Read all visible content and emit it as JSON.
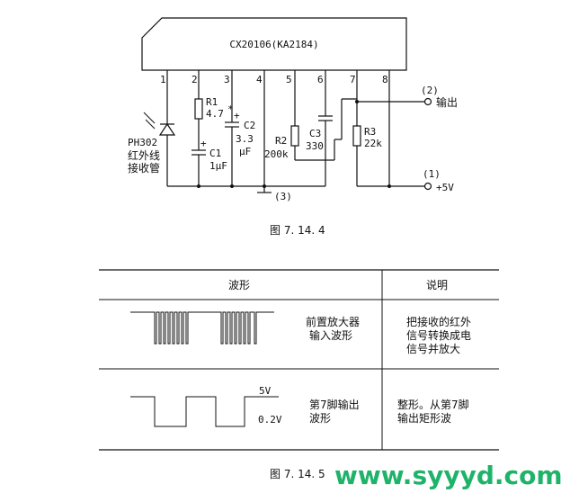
{
  "circuit": {
    "chip_name": "CX20106(KA2184)",
    "pins": [
      "1",
      "2",
      "3",
      "4",
      "5",
      "6",
      "7",
      "8"
    ],
    "r1": {
      "name": "R1",
      "value": "4.7"
    },
    "star": "*",
    "c2": {
      "name": "C2",
      "value": "3.3",
      "unit": "μF"
    },
    "c1": {
      "name": "C1",
      "value": "1μF"
    },
    "r2": {
      "name": "R2",
      "value": "200k"
    },
    "c3": {
      "name": "C3",
      "value": "330"
    },
    "r3": {
      "name": "R3",
      "value": "22k"
    },
    "plus": "+",
    "sensor": {
      "name": "PH302",
      "desc_line1": "红外线",
      "desc_line2": "接收管"
    },
    "output": {
      "num": "(2)",
      "label": "输出"
    },
    "power": {
      "num": "(1)",
      "label": "+5V"
    },
    "ground": {
      "num": "(3)"
    },
    "caption": "图 7. 14. 4"
  },
  "table": {
    "header_wave": "波形",
    "header_desc": "说明",
    "row1": {
      "wave_label_line1": "前置放大器",
      "wave_label_line2": "输入波形",
      "desc_line1": "把接收的红外",
      "desc_line2": "信号转换成电",
      "desc_line3": "信号并放大"
    },
    "row2": {
      "level_high": "5V",
      "level_low": "0.2V",
      "wave_label_line1": "第7脚输出",
      "wave_label_line2": "波形",
      "desc_line1": "整形。从第7脚",
      "desc_line2": "输出矩形波"
    },
    "caption": "图 7. 14. 5"
  },
  "watermark": "www.syyyd.com"
}
